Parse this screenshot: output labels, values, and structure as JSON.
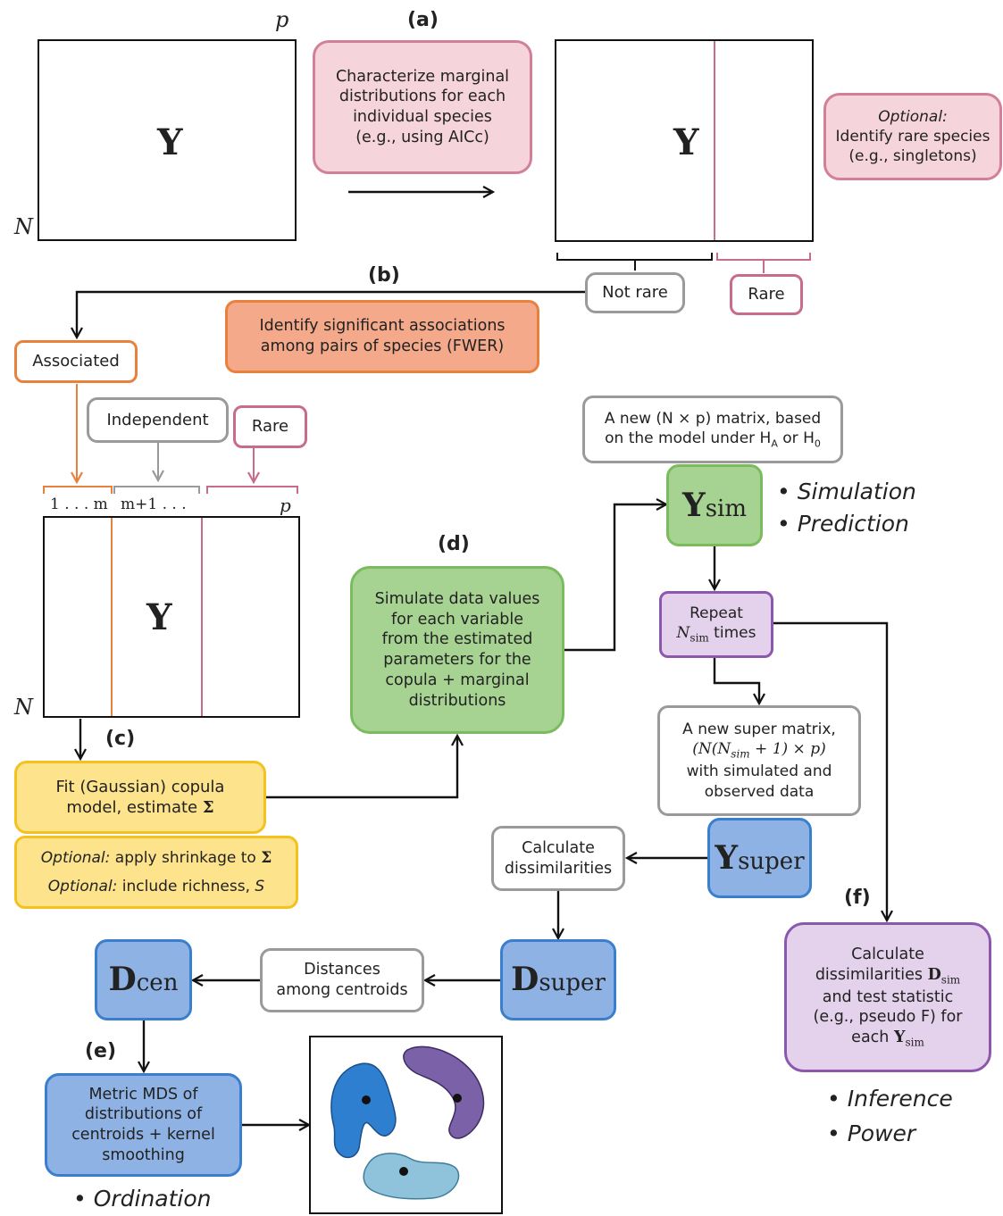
{
  "panels": {
    "a": "(a)",
    "b": "(b)",
    "c": "(c)",
    "d": "(d)",
    "e": "(e)",
    "f": "(f)"
  },
  "matrix_top": {
    "letter": "Y",
    "n_label": "N",
    "p_label": "p"
  },
  "matrix_rare": {
    "letter": "Y"
  },
  "matrix_split": {
    "letter": "Y",
    "n_label": "N",
    "col1": "1 . . . m",
    "col2": "m+1 . . .",
    "col3": "p"
  },
  "boxes": {
    "marginal": [
      "Characterize marginal",
      "distributions for each",
      "individual species",
      "(e.g., using AICc)"
    ],
    "optional_rare": {
      "heading": "Optional:",
      "lines": [
        "Identify rare species",
        "(e.g., singletons)"
      ]
    },
    "not_rare": "Not rare",
    "rare_top": "Rare",
    "associations": [
      "Identify significant associations",
      "among pairs of species (FWER)"
    ],
    "associated": "Associated",
    "independent": "Independent",
    "rare_mid": "Rare",
    "new_matrix": {
      "line1": "A new (N × p) matrix, based",
      "line2_pre": "on the model under H",
      "ha_sub": "A",
      "or": " or H",
      "h0_sub": "0"
    },
    "ysim": {
      "main": "Y",
      "sub": "sim"
    },
    "simulate": [
      "Simulate data values",
      "for each variable",
      "from the estimated",
      "parameters for the",
      "copula + marginal",
      "distributions"
    ],
    "repeat": {
      "line1": "Repeat",
      "n": "N",
      "n_sub": "sim",
      "times": " times"
    },
    "super_matrix": {
      "line1": "A new super matrix,",
      "line2": "(N(N",
      "line2_sub": "sim",
      "line2_end": " + 1) × p)",
      "line3": "with simulated and",
      "line4": "observed data"
    },
    "fit": {
      "line1": "Fit (Gaussian) copula",
      "line2": "model, estimate ",
      "sigma": "Σ"
    },
    "optional_fit": {
      "opt1": "Optional:",
      "text1": " apply shrinkage to ",
      "sigma": "Σ",
      "opt2": "Optional:",
      "text2": " include richness, ",
      "s": "S"
    },
    "ysuper": {
      "main": "Y",
      "sub": "super"
    },
    "calc_dissim": [
      "Calculate",
      "dissimilarities"
    ],
    "dsuper": {
      "main": "D",
      "sub": "super"
    },
    "distances": [
      "Distances",
      "among centroids"
    ],
    "dcen": {
      "main": "D",
      "sub": "cen"
    },
    "mds": [
      "Metric MDS of",
      "distributions of",
      "centroids + kernel",
      "smoothing"
    ],
    "calc_f": {
      "line1": "Calculate",
      "line2": "dissimilarities ",
      "d": "D",
      "d_sub": "sim",
      "line3": "and test statistic",
      "line4": "(e.g., pseudo F) for",
      "line5": "each ",
      "y": "Y",
      "y_sub": "sim"
    }
  },
  "bullets": {
    "simulation": "• Simulation",
    "prediction": "• Prediction",
    "inference": "• Inference",
    "power": "• Power",
    "ordination": "• Ordination"
  },
  "colors": {
    "pink_border": "#d28097",
    "orange_border": "#e8803e",
    "grey_border": "#9a9a9a",
    "blob_blue": "#2e7fd0",
    "blob_purple": "#7b61a8",
    "blob_light": "#8fc3db"
  }
}
